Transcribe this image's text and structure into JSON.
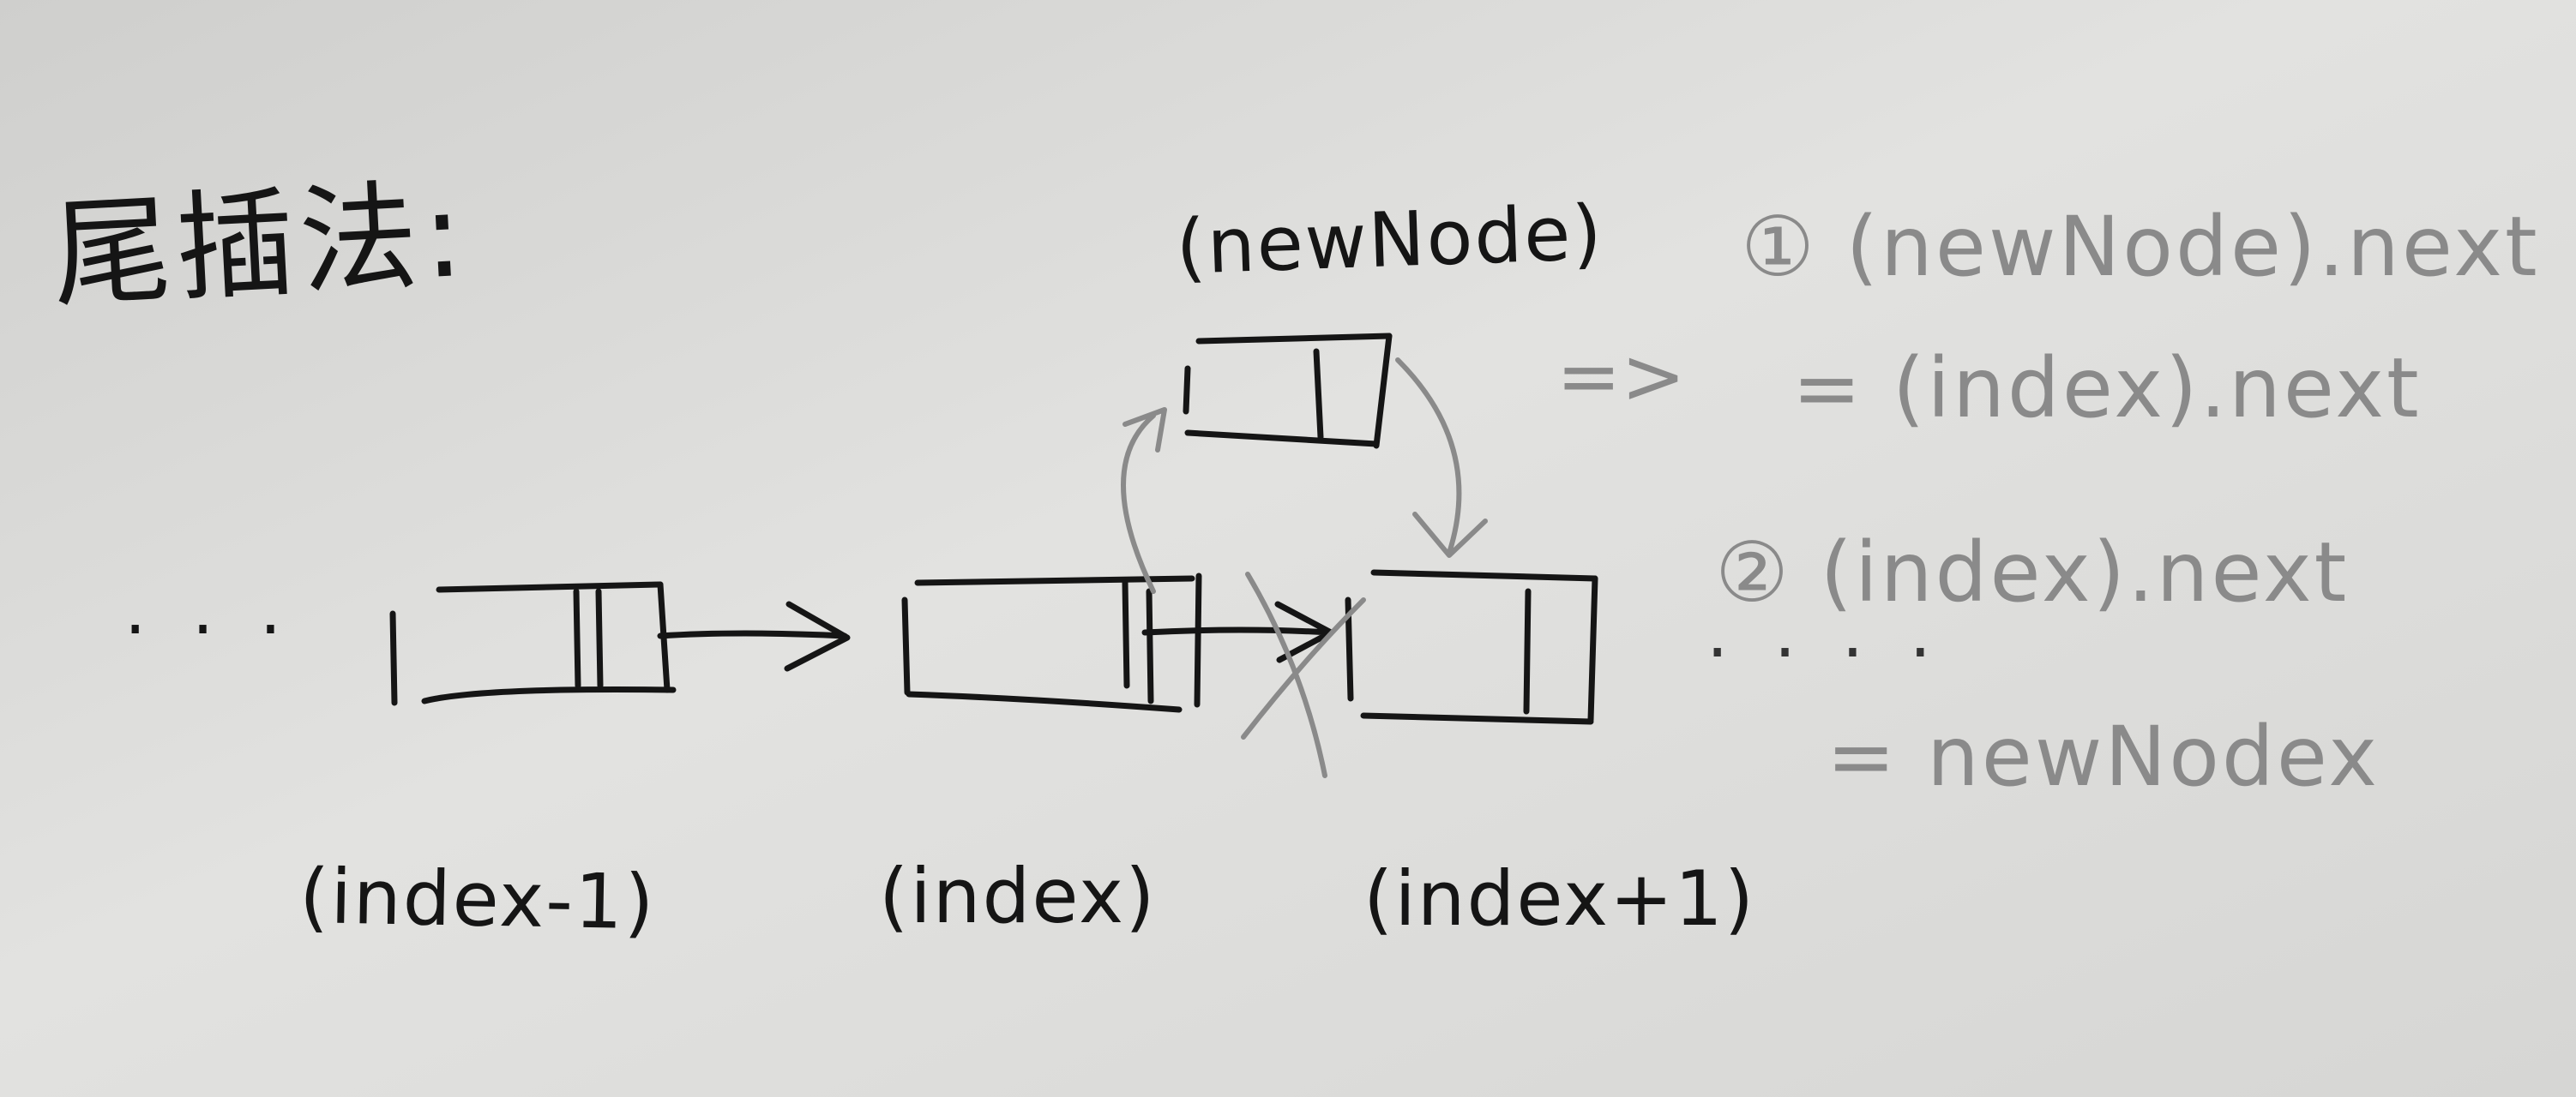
{
  "title": "尾插法:",
  "nodes": {
    "prev_label": "(index-1)",
    "current_label": "(index)",
    "next_label": "(index+1)",
    "new_label": "(newNode)"
  },
  "ellipsis_left": "· · ·",
  "ellipsis_right": "· · · ·",
  "arrow_hint": "=>",
  "steps": [
    {
      "line1": "① (newNode).next",
      "line2": "= (index).next"
    },
    {
      "line1": "② (index).next",
      "line2": "= newNodex"
    }
  ],
  "colors": {
    "paper": "#d9d9d7",
    "ink": "#151515",
    "pencil": "#8a8a8a"
  }
}
